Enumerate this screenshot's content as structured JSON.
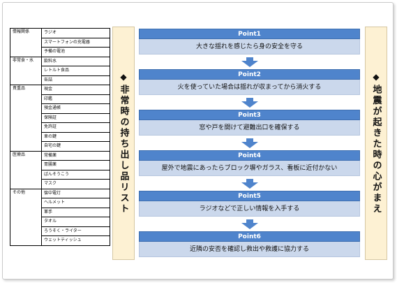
{
  "emergency_list": {
    "title": "非常時の持ち出し品リスト",
    "categories": [
      {
        "name": "情報関係",
        "items": [
          "ラジオ",
          "スマートフォンの充電器",
          "予備の電池"
        ]
      },
      {
        "name": "非常食・水",
        "items": [
          "飲料水",
          "レトルト食品",
          "缶詰"
        ]
      },
      {
        "name": "貴重品",
        "items": [
          "現金",
          "印鑑",
          "預金通帳",
          "保険証",
          "免許証",
          "車の鍵",
          "自宅の鍵"
        ]
      },
      {
        "name": "医療品",
        "items": [
          "常備薬",
          "胃腸薬",
          "ばんそうこう",
          "マスク"
        ]
      },
      {
        "name": "その他",
        "items": [
          "懐中電灯",
          "ヘルメット",
          "軍手",
          "タオル",
          "ろうそく・ライター",
          "ウェットティッシュ"
        ]
      }
    ]
  },
  "earthquake": {
    "title": "地震が起きた時の心がまえ",
    "points": [
      {
        "label": "Point1",
        "text": "大きな揺れを感じたら身の安全を守る"
      },
      {
        "label": "Point2",
        "text": "火を使っていた場合は揺れが収まってから消火する"
      },
      {
        "label": "Point3",
        "text": "窓や戸を開けて避難出口を確保する"
      },
      {
        "label": "Point4",
        "text": "屋外で地震にあったらブロック塀やガラス、看板に近付かない"
      },
      {
        "label": "Point5",
        "text": "ラジオなどで正しい情報を入手する"
      },
      {
        "label": "Point6",
        "text": "近隣の安否を確認し救出や救護に協力する"
      }
    ]
  },
  "icons": {
    "diamond": "◆"
  },
  "colors": {
    "point_header": "#4f84cc",
    "point_body": "#cbd8ec",
    "arrow": "#4f84cc",
    "side_panel": "#fdf1d3"
  }
}
